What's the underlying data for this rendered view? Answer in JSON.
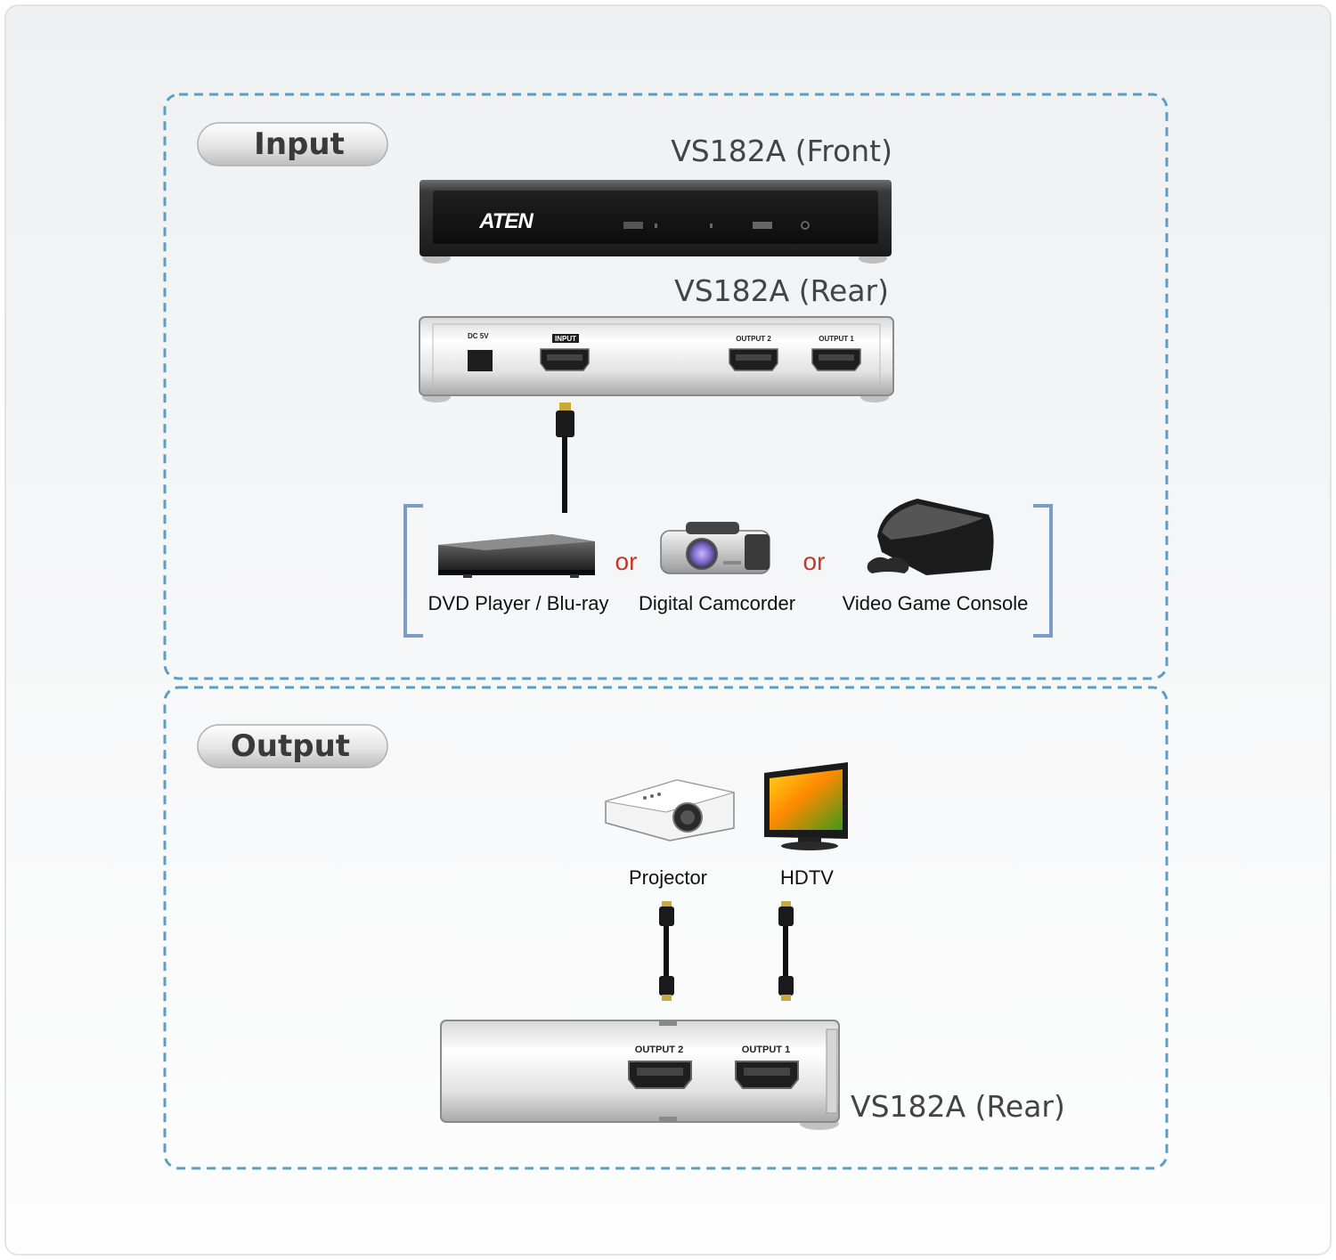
{
  "sections": {
    "input": {
      "title": "Input",
      "front_label": "VS182A (Front)",
      "rear_label": "VS182A (Rear)",
      "brand": "ATEN",
      "rear_ports": {
        "dc": "DC 5V",
        "input": "INPUT",
        "output2": "OUTPUT 2",
        "output1": "OUTPUT 1"
      },
      "sources": [
        {
          "label": "DVD Player / Blu-ray",
          "icon": "dvd-player-icon"
        },
        {
          "label": "Digital Camcorder",
          "icon": "camcorder-icon"
        },
        {
          "label": "Video Game Console",
          "icon": "game-console-icon"
        }
      ],
      "separator": "or"
    },
    "output": {
      "title": "Output",
      "rear_label": "VS182A (Rear)",
      "rear_ports": {
        "output2": "OUTPUT 2",
        "output1": "OUTPUT 1"
      },
      "displays": [
        {
          "label": "Projector",
          "icon": "projector-icon"
        },
        {
          "label": "HDTV",
          "icon": "hdtv-icon"
        }
      ]
    }
  },
  "colors": {
    "dashed_border": "#5a9ec6",
    "bracket": "#7a9cc8",
    "or_text": "#c0392b",
    "device_dark": "#2b2b2b"
  }
}
